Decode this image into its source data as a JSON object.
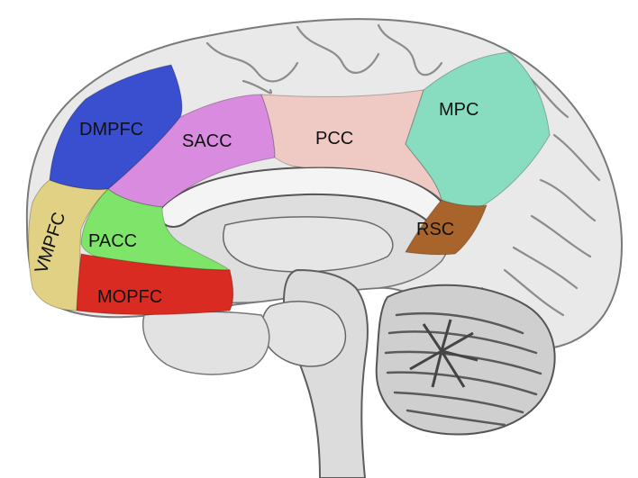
{
  "regions": [
    {
      "key": "dmpfc",
      "label": "DMPFC",
      "color": "#3a4fd0"
    },
    {
      "key": "sacc",
      "label": "SACC",
      "color": "#d98be0"
    },
    {
      "key": "pcc",
      "label": "PCC",
      "color": "#efc9c4"
    },
    {
      "key": "mpc",
      "label": "MPC",
      "color": "#88dcc0"
    },
    {
      "key": "vmpfc",
      "label": "VMPFC",
      "color": "#e0d184"
    },
    {
      "key": "pacc",
      "label": "PACC",
      "color": "#7ee56a"
    },
    {
      "key": "mopfc",
      "label": "MOPFC",
      "color": "#d92b22"
    },
    {
      "key": "rsc",
      "label": "RSC",
      "color": "#a8642a"
    }
  ],
  "image": {
    "subject": "brain-midsagittal-section",
    "colors": {
      "cortex": "#e9e9e9",
      "cortex_shadow": "#c9c9c9",
      "callosum": "#f4f4f4",
      "brainstem": "#dcdcdc",
      "cerebellum": "#cfcfcf"
    }
  }
}
